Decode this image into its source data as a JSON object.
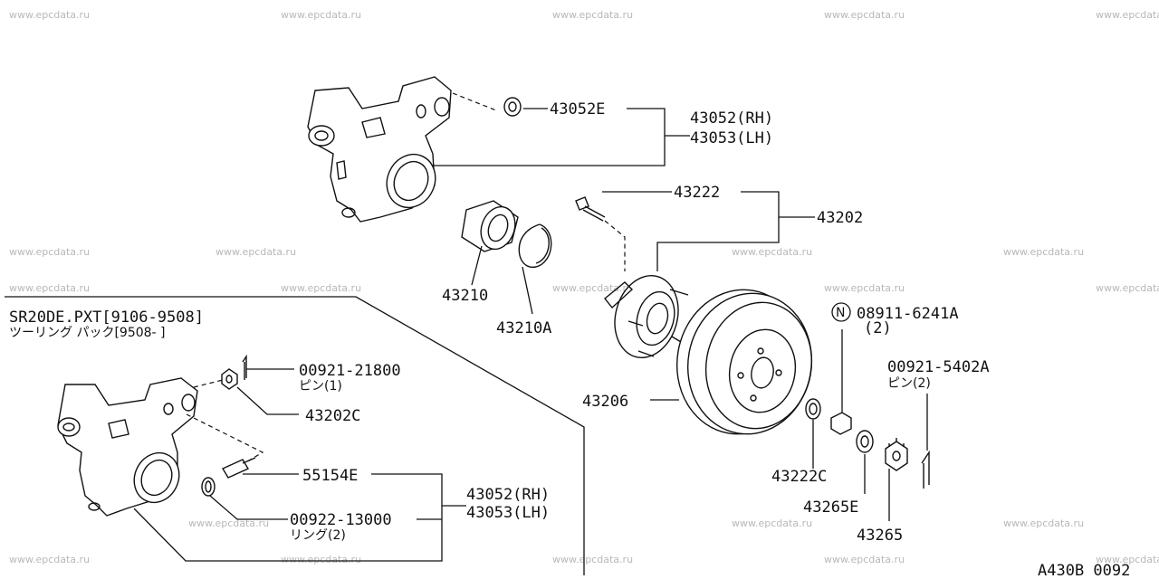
{
  "watermark": "www.epcdata.ru",
  "variant_header": {
    "line1": "SR20DE.PXT[9106-9508]",
    "line2": "ツーリング パック[9508-     ]"
  },
  "callouts": {
    "p43052E": "43052E",
    "p43052_rh_top": "43052(RH)",
    "p43053_lh_top": "43053(LH)",
    "p43222": "43222",
    "p43202": "43202",
    "p43210": "43210",
    "p43210A": "43210A",
    "p08911": "08911-6241A",
    "p08911_qty": "(2)",
    "n_symbol": "N",
    "p00921_5402A": "00921-5402A",
    "p00921_5402A_sub": "ピン(2)",
    "p43206": "43206",
    "p43222C": "43222C",
    "p43265E": "43265E",
    "p43265": "43265",
    "p00921_21800": "00921-21800",
    "p00921_21800_sub": "ピン(1)",
    "p43202C": "43202C",
    "p55154E": "55154E",
    "p43052_rh_bot": "43052(RH)",
    "p43053_lh_bot": "43053(LH)",
    "p00922_13000": "00922-13000",
    "p00922_13000_sub": "リング(2)"
  },
  "diagram_code": "A430B 0092"
}
